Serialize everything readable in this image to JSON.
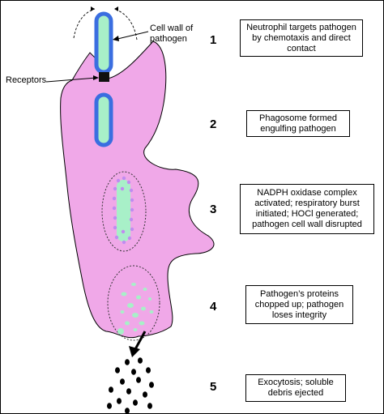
{
  "labels": {
    "cell_wall": "Cell wall of pathogen",
    "receptors": "Receptors"
  },
  "steps": [
    {
      "number": "1",
      "text": "Neutrophil targets pathogen by chemotaxis and direct contact"
    },
    {
      "number": "2",
      "text": "Phagosome formed engulfing pathogen"
    },
    {
      "number": "3",
      "text": "NADPH oxidase complex activated; respiratory burst initiated; HOCl generated; pathogen cell wall disrupted"
    },
    {
      "number": "4",
      "text": "Pathogen’s proteins chopped up; pathogen loses integrity"
    },
    {
      "number": "5",
      "text": "Exocytosis; soluble debris ejected"
    }
  ],
  "colors": {
    "cell_fill": "#f0a8e8",
    "pathogen_wall": "#3a6ee0",
    "pathogen_body": "#a8f0c8",
    "dots": "#c08cf0",
    "outline": "#000000"
  }
}
